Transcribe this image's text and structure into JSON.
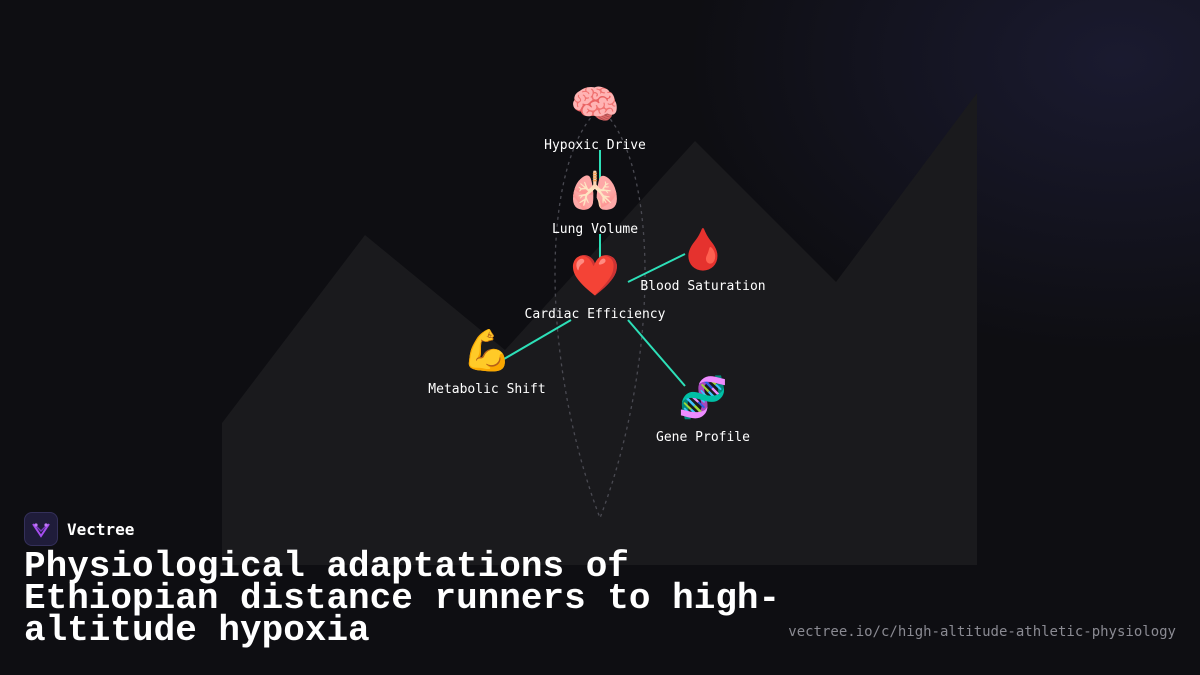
{
  "brand": {
    "name": "Vectree",
    "logo_icon": "vectree-logo-icon"
  },
  "title": "Physiological adaptations of Ethiopian distance runners to high-altitude hypoxia",
  "url": "vectree.io/c/high-altitude-athletic-physiology",
  "colors": {
    "edge": "#2de0b8",
    "background": "#0e0e12",
    "mountain": "#1a1a1d",
    "text": "#ffffff",
    "muted": "#8a8a92"
  },
  "nodes": [
    {
      "id": "hypoxic-drive",
      "label": "Hypoxic Drive",
      "icon": "🧠",
      "icon_name": "brain-icon"
    },
    {
      "id": "lung-volume",
      "label": "Lung Volume",
      "icon": "🫁",
      "icon_name": "lungs-icon"
    },
    {
      "id": "cardiac-efficiency",
      "label": "Cardiac Efficiency",
      "icon": "❤️",
      "icon_name": "heart-icon"
    },
    {
      "id": "blood-saturation",
      "label": "Blood Saturation",
      "icon": "🩸",
      "icon_name": "blood-drop-icon"
    },
    {
      "id": "metabolic-shift",
      "label": "Metabolic Shift",
      "icon": "💪",
      "icon_name": "flexed-bicep-icon"
    },
    {
      "id": "gene-profile",
      "label": "Gene Profile",
      "icon": "🧬",
      "icon_name": "dna-icon"
    }
  ],
  "edges": [
    {
      "from": "hypoxic-drive",
      "to": "lung-volume"
    },
    {
      "from": "lung-volume",
      "to": "cardiac-efficiency"
    },
    {
      "from": "cardiac-efficiency",
      "to": "blood-saturation"
    },
    {
      "from": "cardiac-efficiency",
      "to": "metabolic-shift"
    },
    {
      "from": "cardiac-efficiency",
      "to": "gene-profile"
    }
  ]
}
